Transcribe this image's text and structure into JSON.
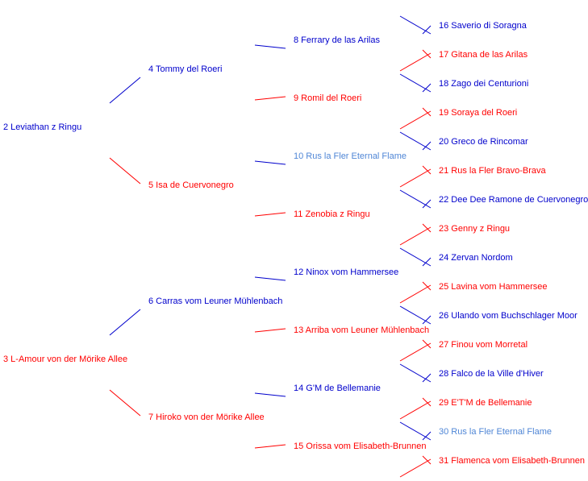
{
  "colors": {
    "male": "#0000cc",
    "female": "#ff0000",
    "highlight": "#4f86d6"
  },
  "pedigree": [
    {
      "id": 2,
      "label": "2 Leviathan z Ringu",
      "sex": "male"
    },
    {
      "id": 3,
      "label": "3 L-Amour von der Mörike Allee",
      "sex": "female"
    },
    {
      "id": 4,
      "label": "4 Tommy del Roeri",
      "sex": "male"
    },
    {
      "id": 5,
      "label": "5 Isa de Cuervonegro",
      "sex": "female"
    },
    {
      "id": 6,
      "label": "6 Carras vom Leuner Mühlenbach",
      "sex": "male"
    },
    {
      "id": 7,
      "label": "7 Hiroko von der Mörike Allee",
      "sex": "female"
    },
    {
      "id": 8,
      "label": "8 Ferrary de las Arilas",
      "sex": "male"
    },
    {
      "id": 9,
      "label": "9 Romil del Roeri",
      "sex": "female"
    },
    {
      "id": 10,
      "label": "10 Rus la Fler Eternal Flame",
      "sex": "highlight"
    },
    {
      "id": 11,
      "label": "11 Zenobia z Ringu",
      "sex": "female"
    },
    {
      "id": 12,
      "label": "12 Ninox vom Hammersee",
      "sex": "male"
    },
    {
      "id": 13,
      "label": "13 Arriba vom Leuner Mühlenbach",
      "sex": "female"
    },
    {
      "id": 14,
      "label": "14 G'M de Bellemanie",
      "sex": "male"
    },
    {
      "id": 15,
      "label": "15 Orissa vom Elisabeth-Brunnen",
      "sex": "female"
    },
    {
      "id": 16,
      "label": "16 Saverio di Soragna",
      "sex": "male"
    },
    {
      "id": 17,
      "label": "17 Gitana de las Arilas",
      "sex": "female"
    },
    {
      "id": 18,
      "label": "18 Zago dei Centurioni",
      "sex": "male"
    },
    {
      "id": 19,
      "label": "19 Soraya del Roeri",
      "sex": "female"
    },
    {
      "id": 20,
      "label": "20 Greco de Rincomar",
      "sex": "male"
    },
    {
      "id": 21,
      "label": "21 Rus la Fler Bravo-Brava",
      "sex": "female"
    },
    {
      "id": 22,
      "label": "22 Dee Dee Ramone de Cuervonegro",
      "sex": "male"
    },
    {
      "id": 23,
      "label": "23 Genny z Ringu",
      "sex": "female"
    },
    {
      "id": 24,
      "label": "24 Zervan Nordom",
      "sex": "male"
    },
    {
      "id": 25,
      "label": "25 Lavina vom Hammersee",
      "sex": "female"
    },
    {
      "id": 26,
      "label": "26 Ulando vom Buchschlager Moor",
      "sex": "male"
    },
    {
      "id": 27,
      "label": "27 Finou vom Morretal",
      "sex": "female"
    },
    {
      "id": 28,
      "label": "28 Falco de la Ville d'Hiver",
      "sex": "male"
    },
    {
      "id": 29,
      "label": "29 E'T'M de Bellemanie",
      "sex": "female"
    },
    {
      "id": 30,
      "label": "30 Rus la Fler Eternal Flame",
      "sex": "highlight"
    },
    {
      "id": 31,
      "label": "31 Flamenca vom Elisabeth-Brunnen",
      "sex": "female"
    }
  ]
}
